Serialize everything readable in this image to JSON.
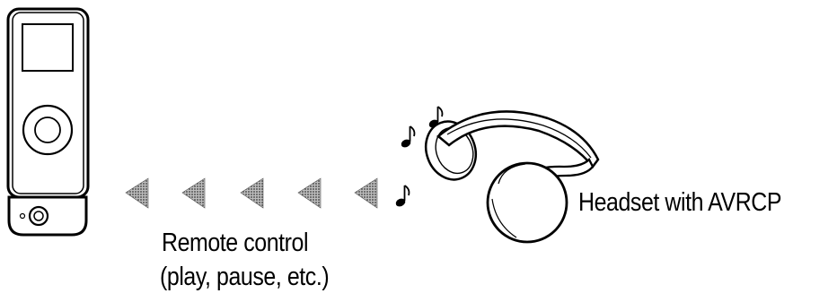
{
  "headset_label": "Headset with AVRCP",
  "remote_label": {
    "line1": "Remote control",
    "line2": "(play, pause, etc.)"
  },
  "icons": [
    "music-player-icon",
    "dock-adapter-icon",
    "signal-arrow-icon",
    "music-note-icon",
    "headset-icon"
  ],
  "colors": {
    "ink": "#000000",
    "arrow": "#8a8a8a",
    "background": "#ffffff"
  }
}
